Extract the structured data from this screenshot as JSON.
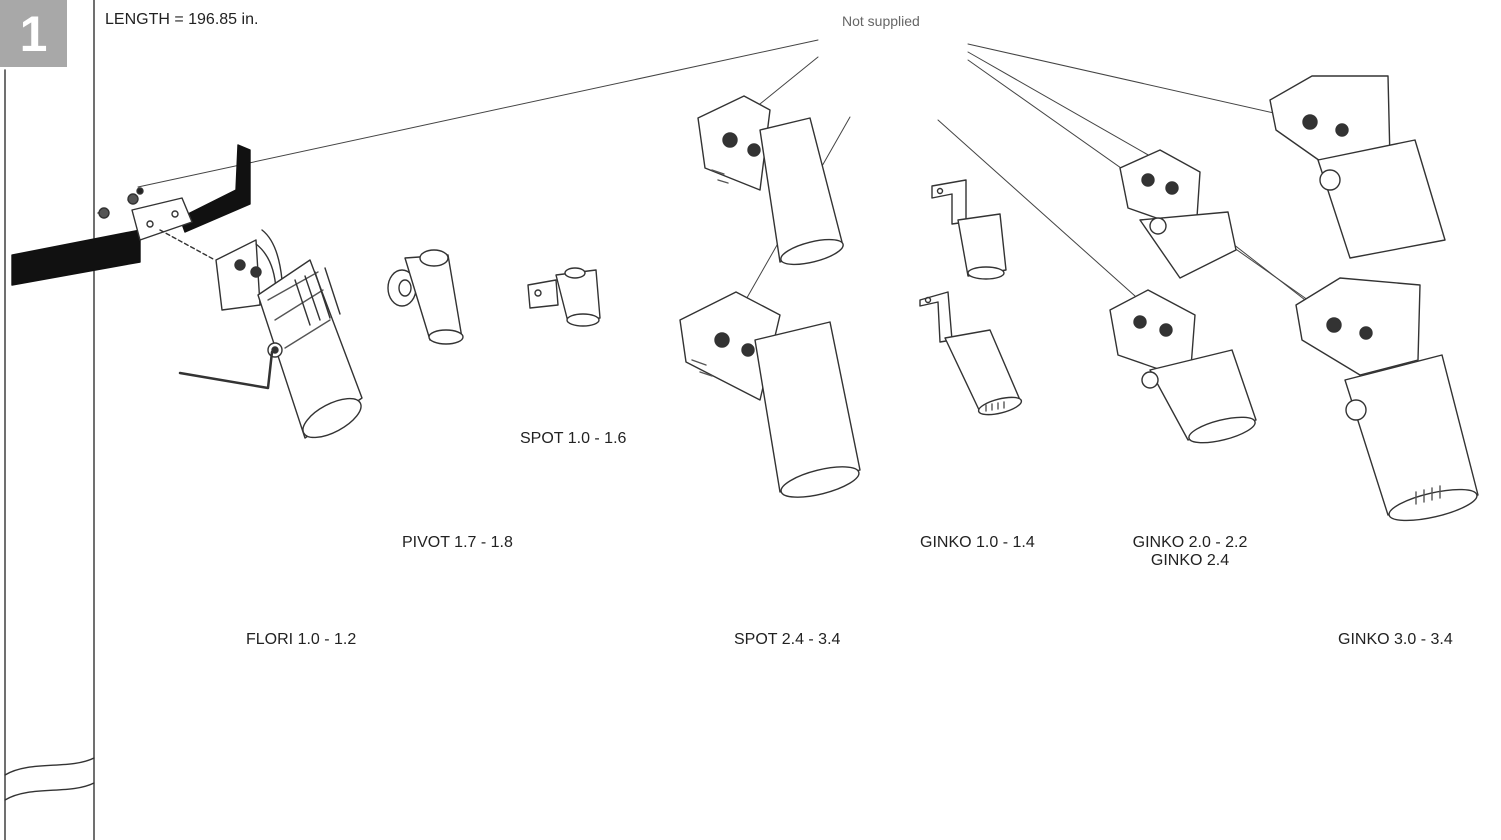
{
  "step": {
    "number": "1"
  },
  "header": {
    "length_text": "LENGTH = 196.85 in."
  },
  "callout": {
    "not_supplied": "Not supplied"
  },
  "products": {
    "flori": "FLORI 1.0 - 1.2",
    "pivot": "PIVOT 1.7 - 1.8",
    "spot_small": "SPOT 1.0 - 1.6",
    "spot_large": "SPOT 2.4 - 3.4",
    "ginko_small": "GINKO 1.0 - 1.4",
    "ginko_mid_line1": "GINKO 2.0 - 2.2",
    "ginko_mid_line2": "GINKO 2.4",
    "ginko_large": "GINKO 3.0 - 3.4"
  },
  "icons": {
    "strap": "strap-band-icon",
    "wrench": "allen-key-icon",
    "fixture": "light-fixture-icon"
  }
}
